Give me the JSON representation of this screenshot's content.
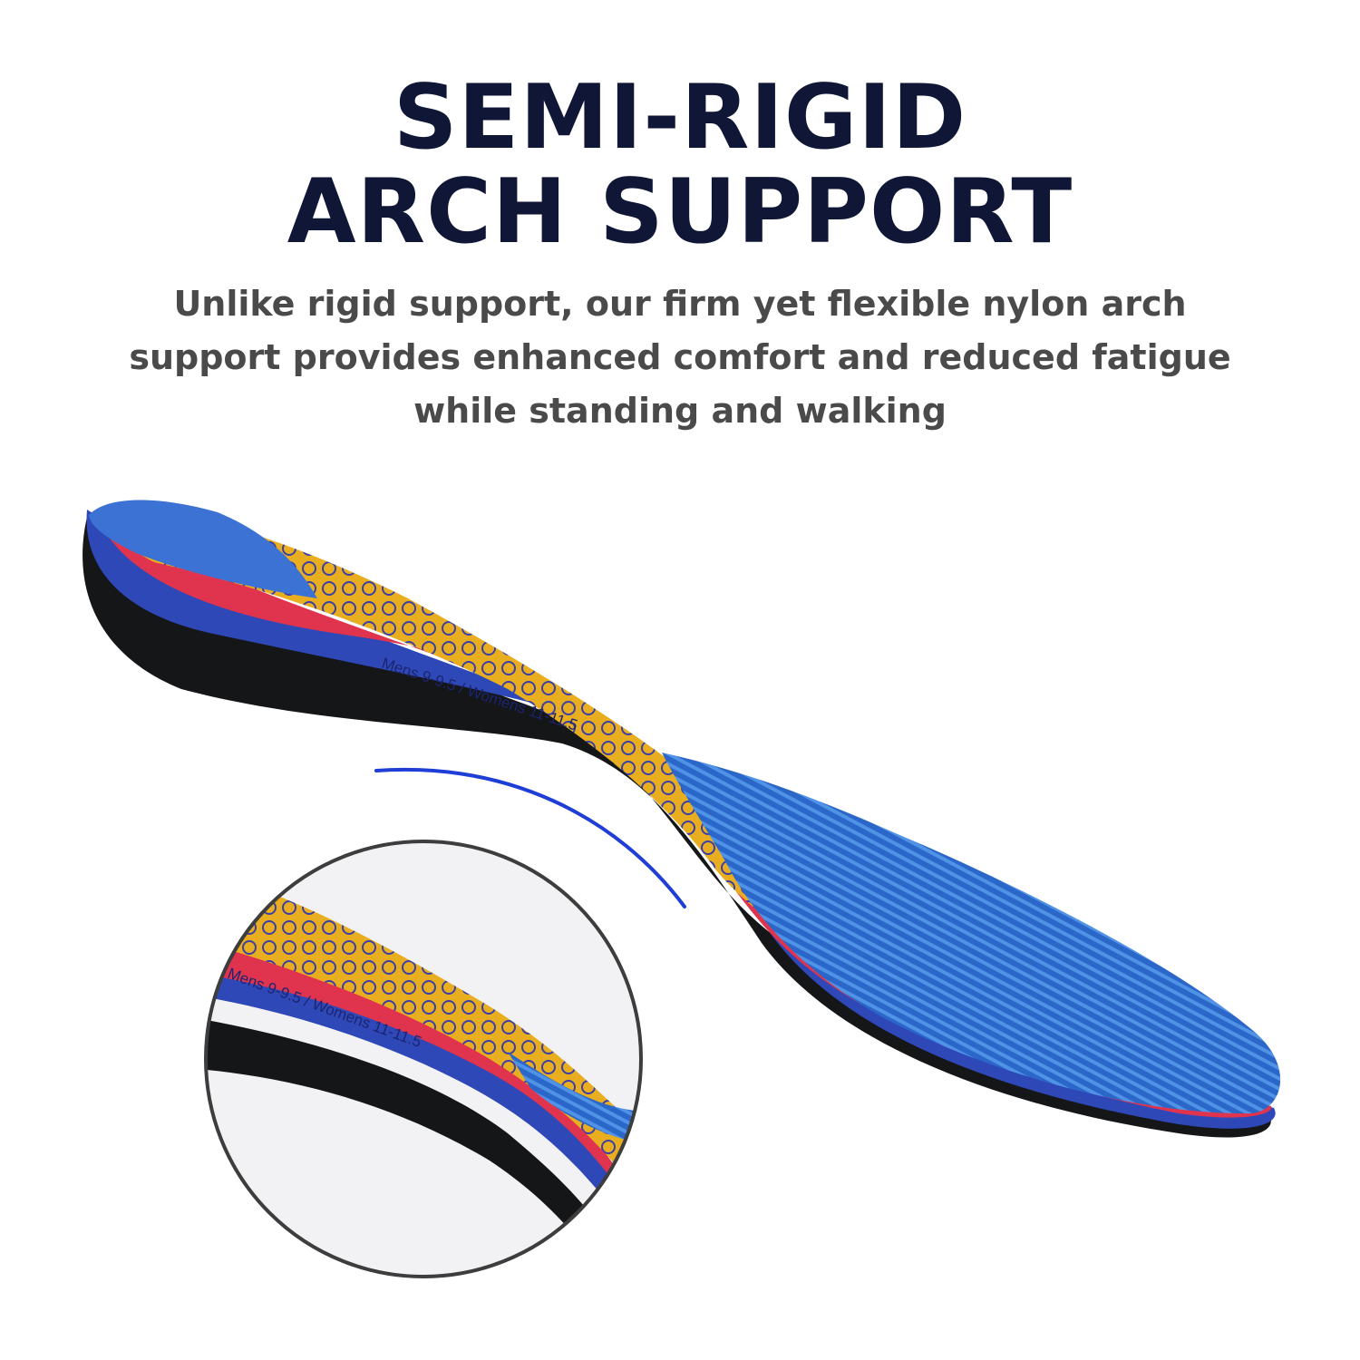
{
  "headline": {
    "line1": "SEMI-RIGID",
    "line2": "ARCH SUPPORT"
  },
  "subtitle": {
    "line1": "Unlike rigid support, our firm yet flexible nylon arch",
    "line2": "support provides enhanced comfort and reduced fatigue",
    "line3": "while standing and walking"
  },
  "insole": {
    "size_imprint": "Mens 9-9.5 / Womens 11-11.5"
  },
  "colors": {
    "headline": "#0f1636",
    "subtitle": "#4a4a4a",
    "top_blue": "#2d6fd0",
    "arch_yellow": "#e9ae1f",
    "red_layer": "#e0344e",
    "base_black": "#151618",
    "curve_accent": "#1e3ed6"
  }
}
